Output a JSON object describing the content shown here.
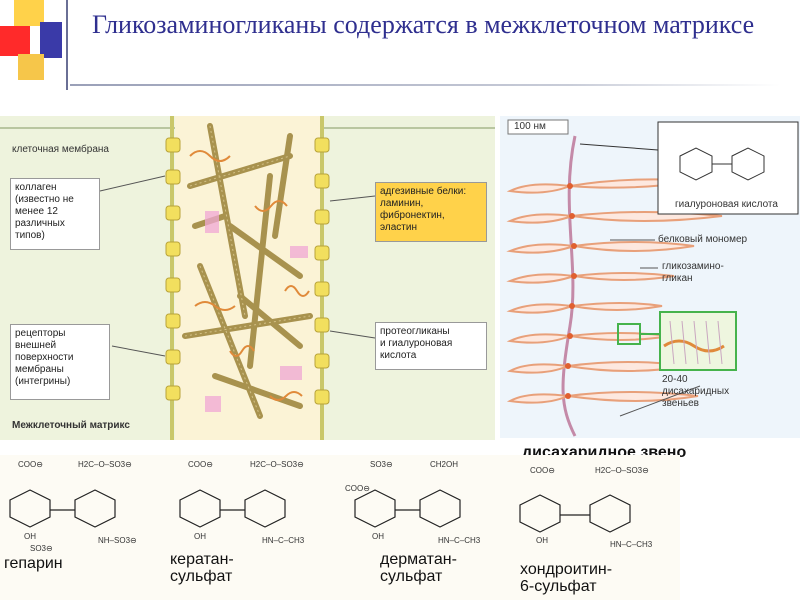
{
  "slide": {
    "title": "Гликозаминогликаны содержатся в межклеточном матриксе"
  },
  "matrix_figure": {
    "cell_membrane": "клеточная мембрана",
    "collagen": "коллаген\n(известно не\nменее 12\nразличных\nтипов)",
    "receptors": "рецепторы\nвнешней\nповерхности\nмембраны\n(интегрины)",
    "adhesive": "адгезивные белки:\nламинин,\nфибронектин,\nэластин",
    "proteoglycans": "протеогликаны\nи гиалуроновая\nкислота",
    "matrix_caption": "Межклеточный матрикс"
  },
  "molecule_figure": {
    "scale_bar": "100 нм",
    "hyaluronic_acid": "гиалуроновая кислота",
    "protein_monomer": "белковый мономер",
    "glycosaminoglycan": "гликозамино-\nгликан",
    "units_count": "20-40\nдисахаридных\nзвеньев",
    "disaccharide_unit": "дисахаридное звено"
  },
  "formulas": {
    "heparin": "гепарин",
    "keratan": "кератан-\nсульфат",
    "dermatan": "дерматан-\nсульфат",
    "chondroitin": "хондроитин-\n6-сульфат",
    "coo": "COO⊖",
    "so3": "SO3⊖",
    "ch2o": "CH2OH",
    "h2c_so3": "H2C–O–SO3⊖",
    "oh": "OH",
    "nh_so3": "NH–SO3⊖",
    "hn_ac": "HN–C–CH3"
  },
  "colors": {
    "title": "#2f2f8f",
    "accent_yellow": "#ffd24a",
    "accent_red": "#ff2a2a",
    "accent_blue": "#3a3aa8",
    "collagen": "#a08840",
    "gag_chain": "#e89a5a",
    "highlight_box": "#c7d9a0",
    "callout_green": "#46b34c"
  }
}
